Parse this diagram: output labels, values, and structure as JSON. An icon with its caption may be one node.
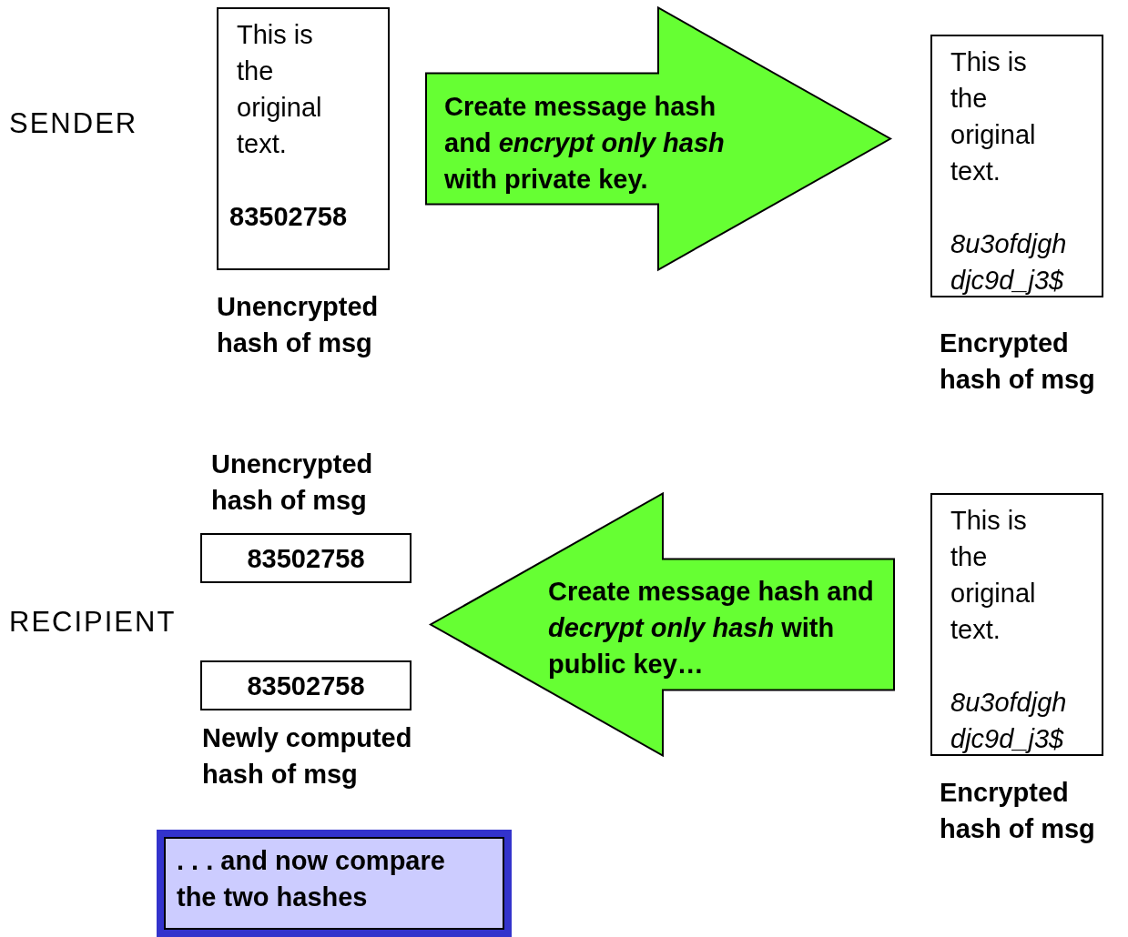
{
  "diagram": {
    "nodes": [
      {
        "text": [
          "This is the original text.",
          "83502758"
        ],
        "beside": [
          "Unencrypted hash of msg"
        ]
      },
      {
        "text": [
          "Create message hash and *encrypt only hash* with private key."
        ]
      },
      {
        "text": [
          "This is the original text.",
          "8u3ofdjgh djc9d_j3$"
        ],
        "beside": [
          "Encrypted hash of msg"
        ]
      },
      {
        "text": [
          "This is the original text.",
          "8u3ofdjgh djc9d_j3$"
        ],
        "beside": [
          "Encrypted hash of msg"
        ]
      },
      {
        "text": [
          "Create message hash and *decrypt only hash* with public key…"
        ]
      },
      {
        "text": [
          "83502758"
        ]
      },
      {
        "text": [
          "83502758"
        ],
        "beside": [
          "Newly computed hash of msg"
        ]
      },
      {
        "text": [
          ". . . and now compare the two hashes"
        ]
      }
    ],
    "edges": [
      {
        "from": 0,
        "to": 2,
        "arrow": "to"
      },
      {
        "from": 3,
        "to": 5,
        "arrow": "to"
      },
      {
        "from": 3,
        "to": 6,
        "arrow": "to"
      }
    ],
    "labels": [
      "SENDER",
      "Unencrypted hash of msg",
      "RECIPIENT"
    ]
  }
}
